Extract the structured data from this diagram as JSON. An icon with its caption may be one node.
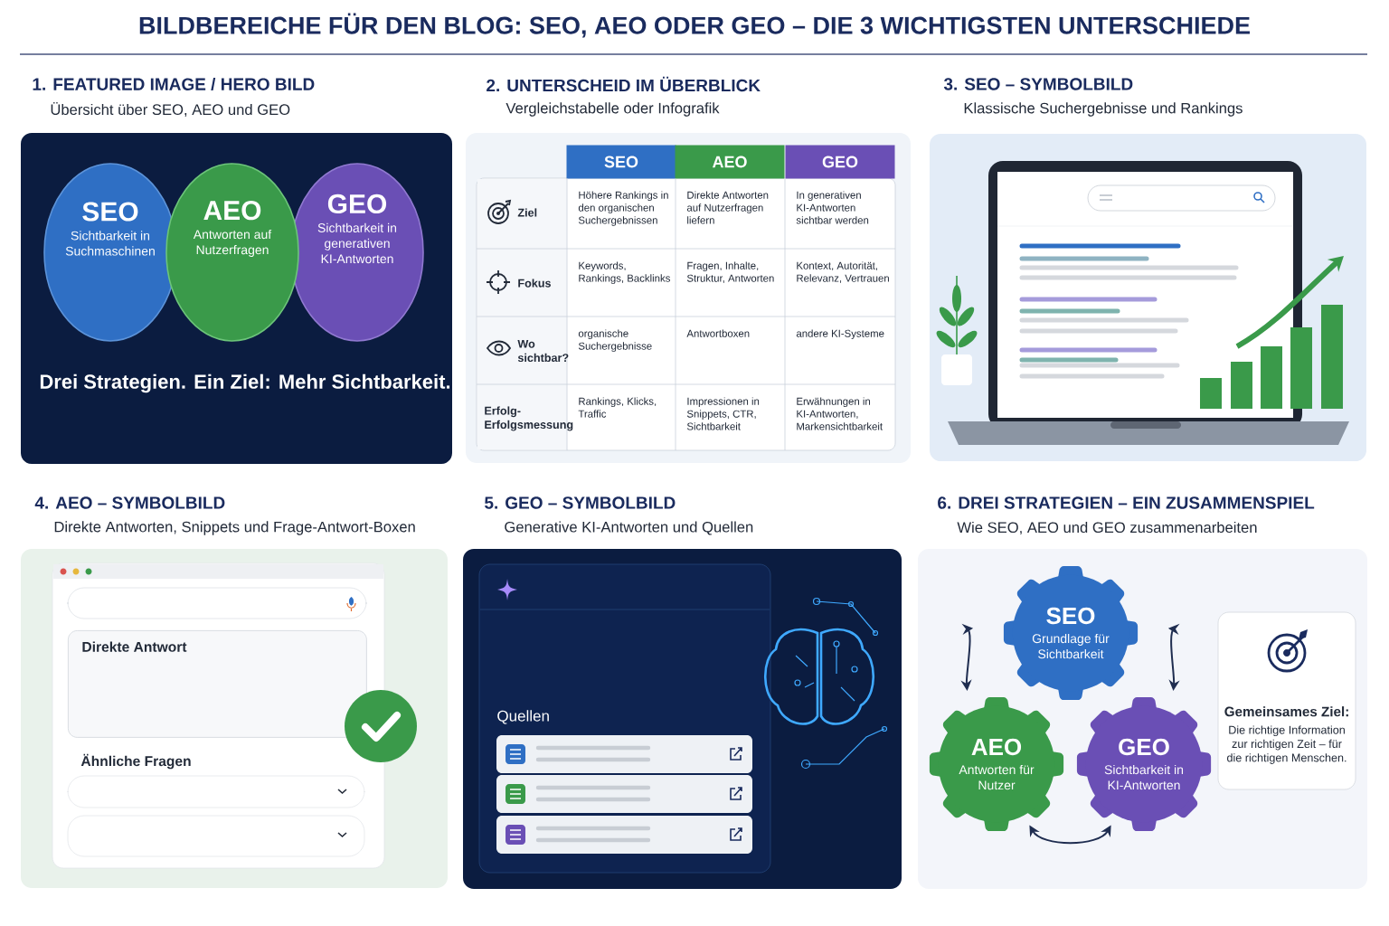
{
  "diagram": {
    "title": "BILDBEREICHE FÜR DEN BLOG: SEO, AEO ODER GEO – DIE 3 WICHTIGSTEN UNTERSCHIEDE",
    "nodes": [
      {
        "text": [
          "SEO",
          "Sichtbarkeit in Suchmaschinen"
        ]
      },
      {
        "text": [
          "AEO",
          "Antworten auf Nutzerfragen"
        ]
      },
      {
        "text": [
          "GEO",
          "Sichtbarkeit in generativen KI-Antworten"
        ]
      },
      {
        "text": [
          "Direkte Antwort"
        ]
      },
      {
        "text": [
          "SEO",
          "Grundlage für Sichtbarkeit"
        ]
      },
      {
        "text": [
          "AEO",
          "Antworten für Nutzer"
        ]
      },
      {
        "text": [
          "GEO",
          "Sichtbarkeit in KI-Antworten"
        ]
      },
      {
        "text": [
          "Gemeinsames Ziel:",
          "Die richtige Information zur richtigen Zeit – für die richtigen Menschen."
        ]
      }
    ],
    "edges": [
      {
        "from": 4,
        "to": 5,
        "arrow": "both"
      },
      {
        "from": 4,
        "to": 6,
        "arrow": "both"
      },
      {
        "from": 5,
        "to": 6,
        "arrow": "both"
      }
    ],
    "labels": [
      "1. FEATURED IMAGE / HERO BILD",
      "Übersicht über SEO, AEO und GEO",
      "Drei Strategien. Ein Ziel: Mehr Sichtbarkeit.",
      "2. UNTERSCHEID IM ÜBERBLICK",
      "Vergleichstabelle oder Infografik",
      "SEO",
      "AEO",
      "GEO",
      "Ziel",
      "Höhere Rankings in den organischen Suchergebnissen",
      "Direkte Antworten auf Nutzerfragen liefern",
      "In generativen KI-Antworten sichtbar werden",
      "Fokus",
      "Keywords, Rankings, Backlinks",
      "Fragen, Inhalte, Struktur, Antworten",
      "Kontext, Autorität, Relevanz, Vertrauen",
      "Wo sichtbar?",
      "organische Suchergebnisse",
      "Antwortboxen",
      "andere KI-Systeme",
      "Erfolg- Erfolgsmessung",
      "Rankings, Klicks, Traffic",
      "Impressionen in Snippets, CTR, Sichtbarkeit",
      "Erwähnungen in KI-Antworten, Markensichtbarkeit",
      "3. SEO – SYMBOLBILD",
      "Klassische Suchergebnisse und Rankings",
      "4. AEO – SYMBOLBILD",
      "Direkte Antworten, Snippets und Frage-Antwort-Boxen",
      "Ähnliche Fragen",
      "5. GEO – SYMBOLBILD",
      "Generative KI-Antworten und Quellen",
      "Quellen",
      "6. DREI STRATEGIEN – EIN ZUSAMMENSPIEL",
      "Wie SEO, AEO und GEO zusammenarbeiten"
    ]
  }
}
